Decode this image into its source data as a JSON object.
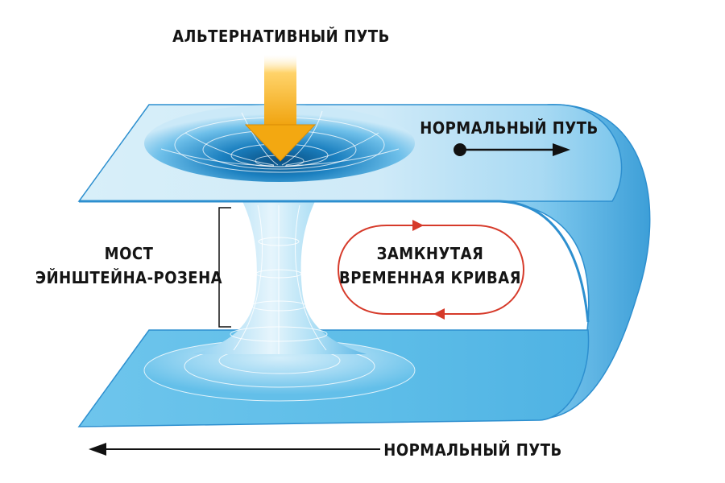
{
  "labels": {
    "alternative_path": "АЛЬТЕРНАТИВНЫЙ ПУТЬ",
    "normal_path_top": "НОРМАЛЬНЫЙ ПУТЬ",
    "normal_path_bottom": "НОРМАЛЬНЫЙ ПУТЬ",
    "bridge_line1": "МОСТ",
    "bridge_line2": "ЭЙНШТЕЙНА-РОЗЕНА",
    "loop_line1": "ЗАМКНУТАЯ",
    "loop_line2": "ВРЕМЕННАЯ КРИВАЯ"
  },
  "colors": {
    "sheet_top": "#d7effa",
    "sheet_bottom": "#62bfe8",
    "sheet_edge": "#2d8fcf",
    "funnel_dark": "#0b5f98",
    "arrow_yellow": "#f6b21b",
    "loop_red": "#d63a2a",
    "text": "#141414"
  }
}
